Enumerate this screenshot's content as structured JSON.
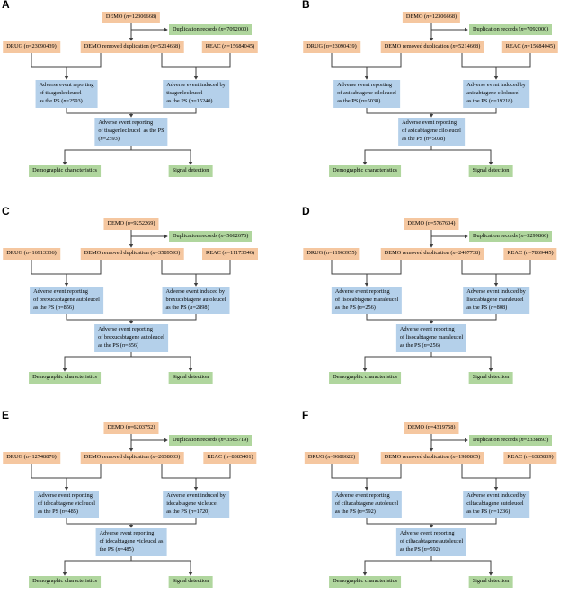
{
  "colors": {
    "orange": "#f5c7a0",
    "green": "#b0d69e",
    "blue": "#b4d0ea",
    "line": "#3f3f3f"
  },
  "panels": [
    {
      "label": "A",
      "demo": "DEMO (n=12306668)",
      "duplication": "Duplication records (n=7092000)",
      "drug": "DRUG (n=23090439)",
      "demo_removed": "DEMO removed duplication (n=5214668)",
      "reac": "REAC (n=15684045)",
      "reporting": "Adverse event reporting\nof tisagenlecleucel\nas the PS (n=2593)",
      "induced": "Adverse event induced by\ntisagenlecleucel\nas the PS (n=15240)",
      "combined": "Adverse event reporting\nof tisagenlecleucel  as the PS\n(n=2593)",
      "demographic": "Demographic characteristics",
      "signal": "Signal detection"
    },
    {
      "label": "B",
      "demo": "DEMO (n=12306668)",
      "duplication": "Duplication records (n=7092000)",
      "drug": "DRUG (n=23090439)",
      "demo_removed": "DEMO removed duplication (n=5214668)",
      "reac": "REAC (n=15684045)",
      "reporting": "Adverse event reporting\nof axicabtagene ciloleucel\nas the PS (n=5038)",
      "induced": "Adverse event induced by\naxicabtagene ciloleucel\nas the PS (n=19218)",
      "combined": "Adverse event reporting\nof axicabtagene ciloleucel\nas the PS (n=5038)",
      "demographic": "Demographic characteristics",
      "signal": "Signal detection"
    },
    {
      "label": "C",
      "demo": "DEMO (n=9252269)",
      "duplication": "Duplication records (n=5662676)",
      "drug": "DRUG (n=16913336)",
      "demo_removed": "DEMO removed duplication (n=3589593)",
      "reac": "REAC (n=11173346)",
      "reporting": "Adverse event reporting\nof brexucabtagene autoleucel\nas the PS (n=856)",
      "induced": "Adverse event induced by\nbrexucabtagene autoleucel\nas the PS (n=2898)",
      "combined": "Adverse event reporting\nof brexucabtagene autoleucel\nas the PS (n=856)",
      "demographic": "Demographic characteristics",
      "signal": "Signal detection"
    },
    {
      "label": "D",
      "demo": "DEMO (n=5767604)",
      "duplication": "Duplication records (n=3299866)",
      "drug": "DRUG (n=11963955)",
      "demo_removed": "DEMO removed duplication (n=2467738)",
      "reac": "REAC (n=7869445)",
      "reporting": "Adverse event reporting\nof lisocabtagene maraleucel\nas the PS (n=256)",
      "induced": "Adverse event induced by\nlisocabtagene maraleucel\nas the PS (n=808)",
      "combined": "Adverse event reporting\nof lisocabtagene maraleucel\nas the PS (n=256)",
      "demographic": "Demographic characteristics",
      "signal": "Signal detection"
    },
    {
      "label": "E",
      "demo": "DEMO (n=6203752)",
      "duplication": "Duplication records (n=3565719)",
      "drug": "DRUG (n=12748876)",
      "demo_removed": "DEMO removed duplication (n=2638033)",
      "reac": "REAC (n=8385401)",
      "reporting": "Adverse event reporting\nof idecabtagene vicleucel\nas the PS (n=485)",
      "induced": "Adverse event induced by\nidecabtagene vicleucel\nas the PS (n=1720)",
      "combined": "Adverse event reporting\nof idecabtagene vicleucel as\nthe PS (n=485)",
      "demographic": "Demographic characteristics",
      "signal": "Signal detection"
    },
    {
      "label": "F",
      "demo": "DEMO (n=4319758)",
      "duplication": "Duplication records (n=2338893)",
      "drug": "DRUG (n=9686622)",
      "demo_removed": "DEMO removed duplication (n=1980865)",
      "reac": "REAC (n=6385839)",
      "reporting": "Adverse event reporting\nof ciltacabtagene autoleucel\nas the PS (n=592)",
      "induced": "Adverse event induced by\nciltacabtagene autoleucel\nas the PS (n=1236)",
      "combined": "Adverse event reporting\nof ciltacabtagene autoleucel\nas the PS (n=592)",
      "demographic": "Demographic characteristics",
      "signal": "Signal detection"
    }
  ]
}
